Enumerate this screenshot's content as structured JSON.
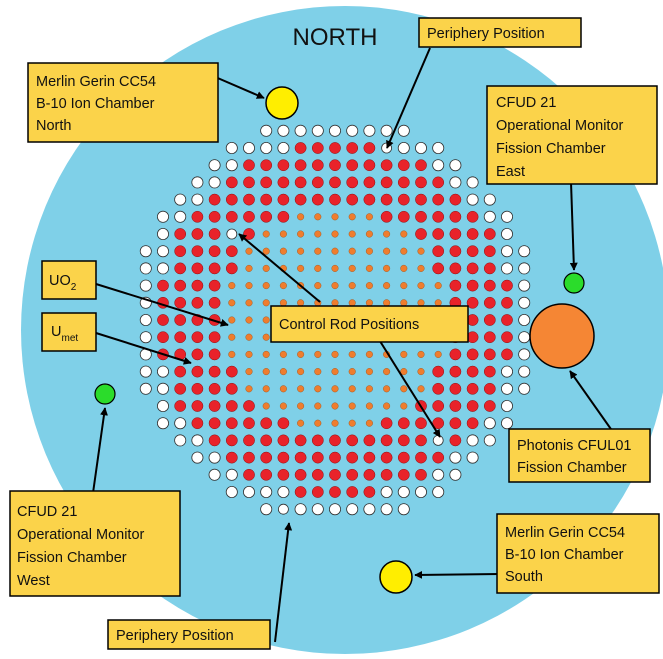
{
  "compass": {
    "north": "NORTH"
  },
  "labels": {
    "periphery_top": "Periphery Position",
    "periphery_bottom": "Periphery Position",
    "merlin_north": [
      "Merlin Gerin CC54",
      "B-10 Ion Chamber",
      "North"
    ],
    "cfud_east": [
      "CFUD 21",
      "Operational Monitor",
      "Fission Chamber",
      "East"
    ],
    "uo2_main": "UO",
    "uo2_sub": "2",
    "umet_main": "U",
    "umet_sub": "met",
    "control_rods": "Control Rod Positions",
    "photonis": [
      "Photonis CFUL01",
      "Fission Chamber"
    ],
    "cfud_west": [
      "CFUD 21",
      "Operational Monitor",
      "Fission Chamber",
      "West"
    ],
    "merlin_south": [
      "Merlin Gerin CC54",
      "B-10 Ion Chamber",
      "South"
    ]
  },
  "colors": {
    "pool": "#7fd0e8",
    "label_fill": "#fbd34a",
    "uo2_fuel": "#ef7d2e",
    "umet_fuel": "#e8232a",
    "empty_position": "#ffffff",
    "control_rod": "#ffffff",
    "ion_chamber": "#ffee00",
    "fission_monitor": "#2bdc2b",
    "photonis_chamber": "#f58634"
  }
}
